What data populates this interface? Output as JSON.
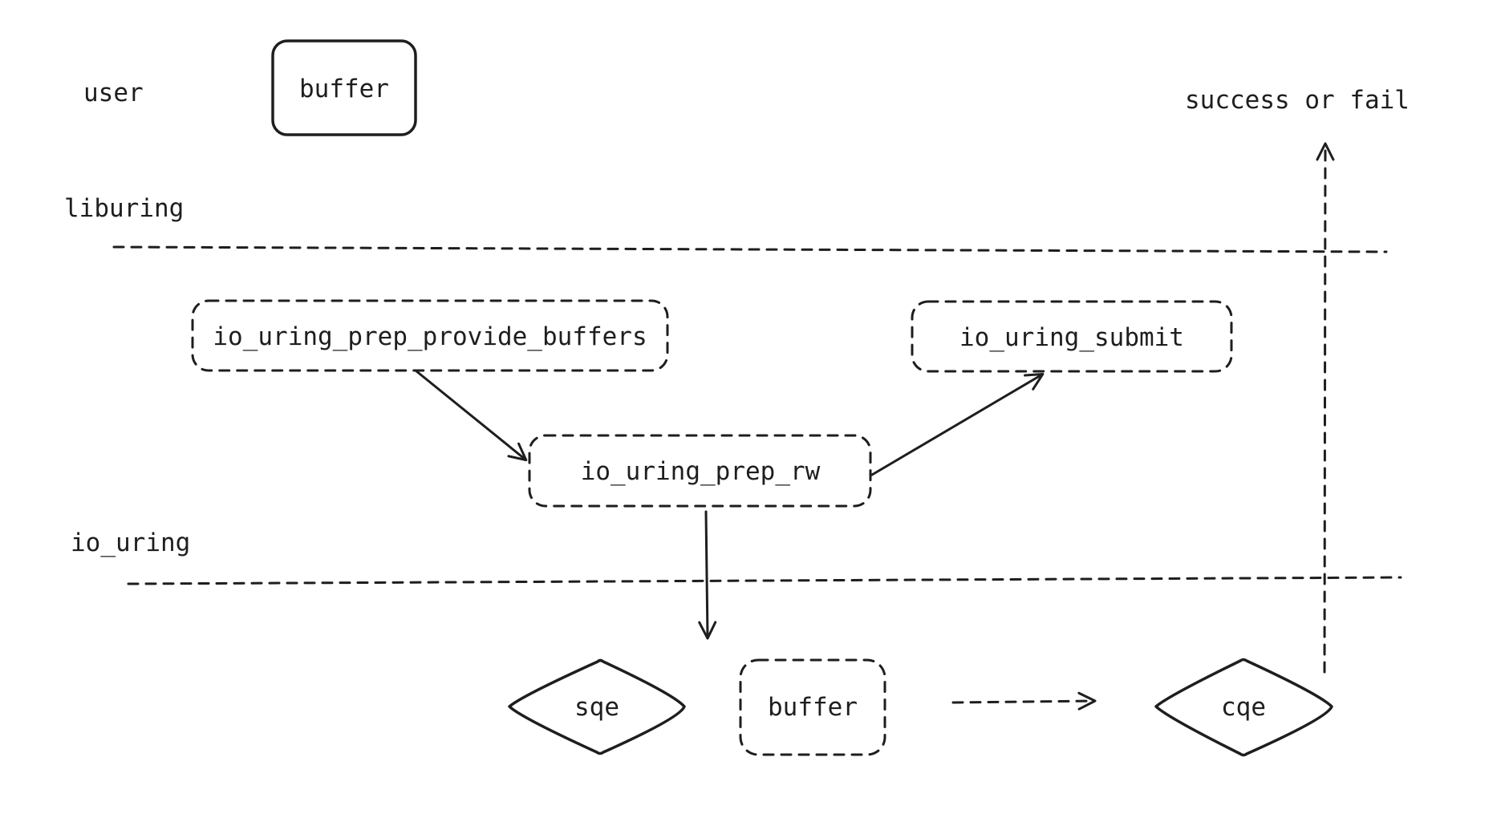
{
  "layers": {
    "user": "user",
    "liburing": "liburing",
    "io_uring": "io_uring"
  },
  "nodes": {
    "user_buffer": "buffer",
    "provide_buffers": "io_uring_prep_provide_buffers",
    "submit": "io_uring_submit",
    "prep_rw": "io_uring_prep_rw",
    "sqe": "sqe",
    "kernel_buffer": "buffer",
    "cqe": "cqe"
  },
  "result": "success or fail",
  "colors": {
    "ink": "#1e1e1e",
    "background": "#ffffff"
  }
}
